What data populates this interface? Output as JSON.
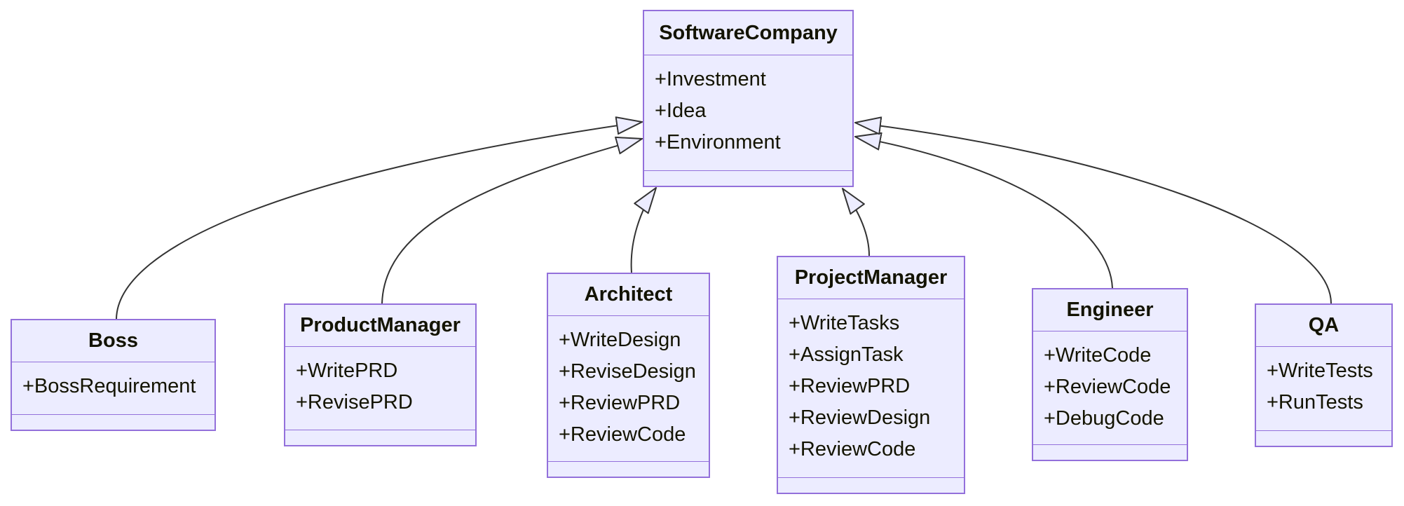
{
  "diagram": {
    "type": "uml-class-diagram",
    "classes": [
      {
        "id": "softwarecompany",
        "name": "SoftwareCompany",
        "attributes": [
          "+Investment",
          "+Idea",
          "+Environment"
        ],
        "methods": []
      },
      {
        "id": "boss",
        "name": "Boss",
        "attributes": [
          "+BossRequirement"
        ],
        "methods": []
      },
      {
        "id": "productmanager",
        "name": "ProductManager",
        "attributes": [
          "+WritePRD",
          "+RevisePRD"
        ],
        "methods": []
      },
      {
        "id": "architect",
        "name": "Architect",
        "attributes": [
          "+WriteDesign",
          "+ReviseDesign",
          "+ReviewPRD",
          "+ReviewCode"
        ],
        "methods": []
      },
      {
        "id": "projectmanager",
        "name": "ProjectManager",
        "attributes": [
          "+WriteTasks",
          "+AssignTask",
          "+ReviewPRD",
          "+ReviewDesign",
          "+ReviewCode"
        ],
        "methods": []
      },
      {
        "id": "engineer",
        "name": "Engineer",
        "attributes": [
          "+WriteCode",
          "+ReviewCode",
          "+DebugCode"
        ],
        "methods": []
      },
      {
        "id": "qa",
        "name": "QA",
        "attributes": [
          "+WriteTests",
          "+RunTests"
        ],
        "methods": []
      }
    ],
    "relations": [
      {
        "from": "Boss",
        "to": "SoftwareCompany",
        "type": "inheritance"
      },
      {
        "from": "ProductManager",
        "to": "SoftwareCompany",
        "type": "inheritance"
      },
      {
        "from": "Architect",
        "to": "SoftwareCompany",
        "type": "inheritance"
      },
      {
        "from": "ProjectManager",
        "to": "SoftwareCompany",
        "type": "inheritance"
      },
      {
        "from": "Engineer",
        "to": "SoftwareCompany",
        "type": "inheritance"
      },
      {
        "from": "QA",
        "to": "SoftwareCompany",
        "type": "inheritance"
      }
    ],
    "colors": {
      "node_fill": "#ECECFF",
      "node_border": "#9370DB",
      "edge_line": "#333333",
      "text": "#131300",
      "background": "#ffffff"
    }
  }
}
